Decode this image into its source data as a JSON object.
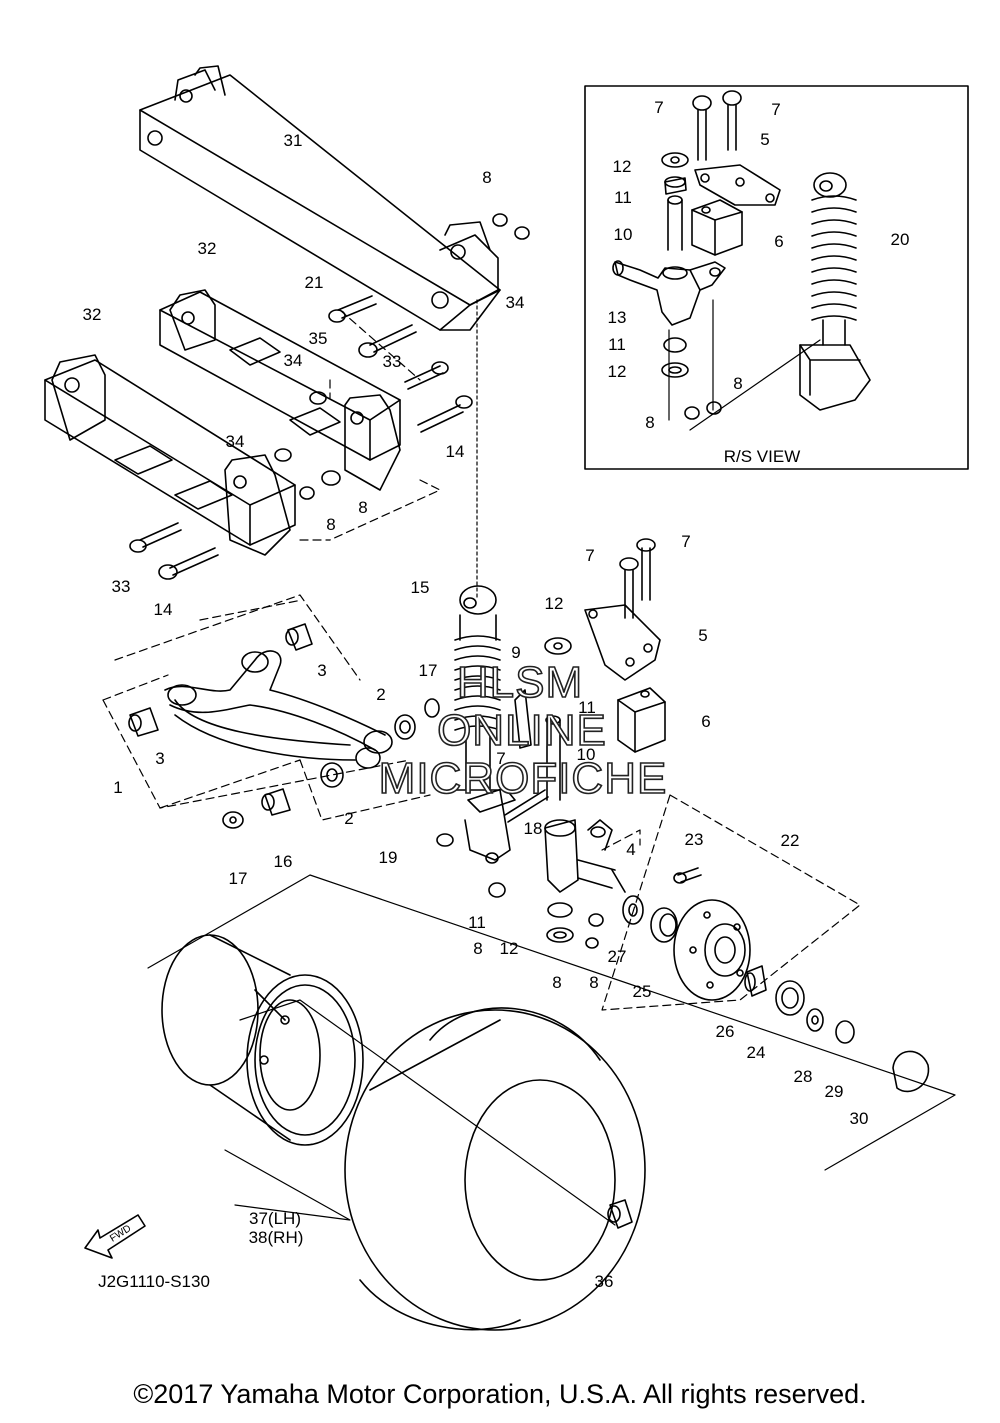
{
  "diagram": {
    "inset_label": "R/S VIEW",
    "part_code": "J2G1110-S130",
    "fwd_label": "FWD",
    "watermark": [
      "HLSM",
      "ONLINE",
      "MICROFICHE"
    ],
    "callouts_main": [
      "31",
      "8",
      "32",
      "21",
      "34",
      "32",
      "35",
      "33",
      "34",
      "14",
      "34",
      "8",
      "8",
      "33",
      "14",
      "15",
      "12",
      "7",
      "7",
      "5",
      "6",
      "9",
      "17",
      "3",
      "2",
      "11",
      "10",
      "3",
      "1",
      "7",
      "2",
      "18",
      "16",
      "17",
      "19",
      "4",
      "23",
      "22",
      "11",
      "12",
      "8",
      "8",
      "27",
      "25",
      "26",
      "24",
      "28",
      "29",
      "30",
      "37(LH)",
      "38(RH)",
      "36"
    ],
    "callouts_inset": [
      "7",
      "7",
      "5",
      "12",
      "11",
      "10",
      "6",
      "20",
      "13",
      "11",
      "12",
      "8",
      "8"
    ]
  },
  "footer": {
    "copyright": "©2017 Yamaha Motor Corporation, U.S.A. All rights reserved."
  }
}
